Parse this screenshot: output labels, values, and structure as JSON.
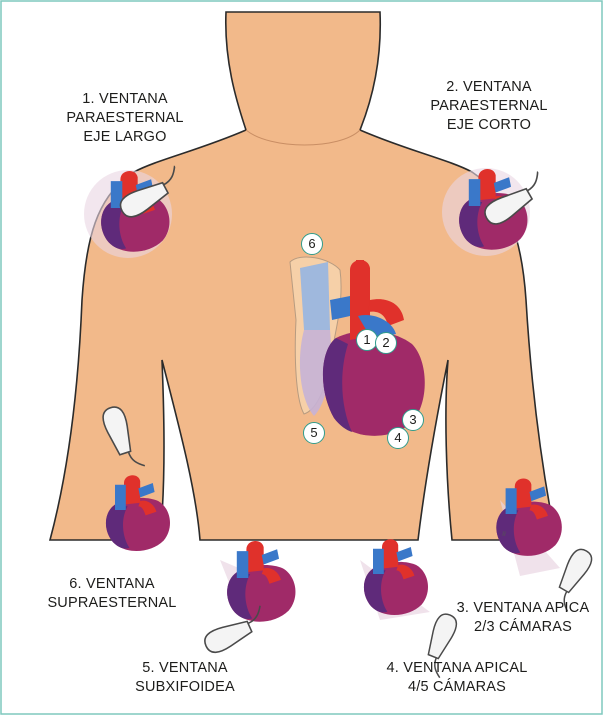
{
  "colors": {
    "frame_border": "#7fc8be",
    "skin": "#f2b98a",
    "skin_outline": "#2b2b2b",
    "heart": "#a02a68",
    "heart_dark": "#5f2a7a",
    "artery_red": "#e0312b",
    "vein_blue": "#3a78c9",
    "badge_border": "#2f9c8c"
  },
  "labels": {
    "view1": {
      "line1": "1. VENTANA",
      "line2": "PARAESTERNAL",
      "line3": "EJE LARGO"
    },
    "view2": {
      "line1": "2. VENTANA",
      "line2": "PARAESTERNAL",
      "line3": "EJE CORTO"
    },
    "view3": {
      "line1": "3. VENTANA APICA",
      "line2": "2/3 CÁMARAS"
    },
    "view4": {
      "line1": "4. VENTANA APICAL",
      "line2": "4/5 CÁMARAS"
    },
    "view5": {
      "line1": "5. VENTANA",
      "line2": "SUBXIFOIDEA"
    },
    "view6": {
      "line1": "6. VENTANA",
      "line2": "SUPRAESTERNAL"
    }
  },
  "markers": {
    "m1": "1",
    "m2": "2",
    "m3": "3",
    "m4": "4",
    "m5": "5",
    "m6": "6"
  }
}
